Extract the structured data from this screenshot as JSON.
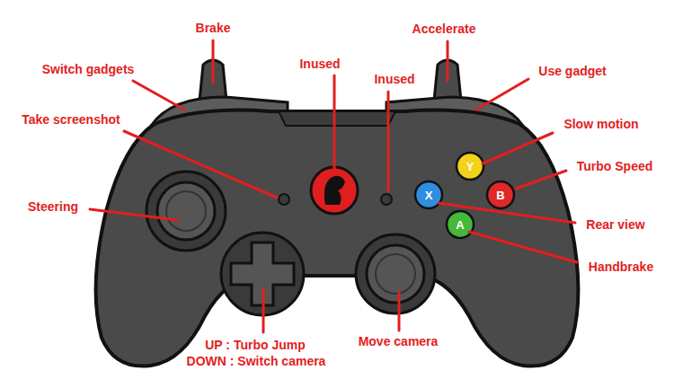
{
  "diagram": {
    "labels": [
      "Brake",
      "Accelerate",
      "Switch gadgets",
      "Inused",
      "Use gadget",
      "Inused",
      "Take screenshot",
      "Slow motion",
      "Turbo Speed",
      "Y",
      "X",
      "B",
      "A",
      "Steering",
      "Rear view",
      "Handbrake",
      "UP : Turbo Jump",
      "DOWN : Switch camera",
      "Move camera"
    ]
  }
}
